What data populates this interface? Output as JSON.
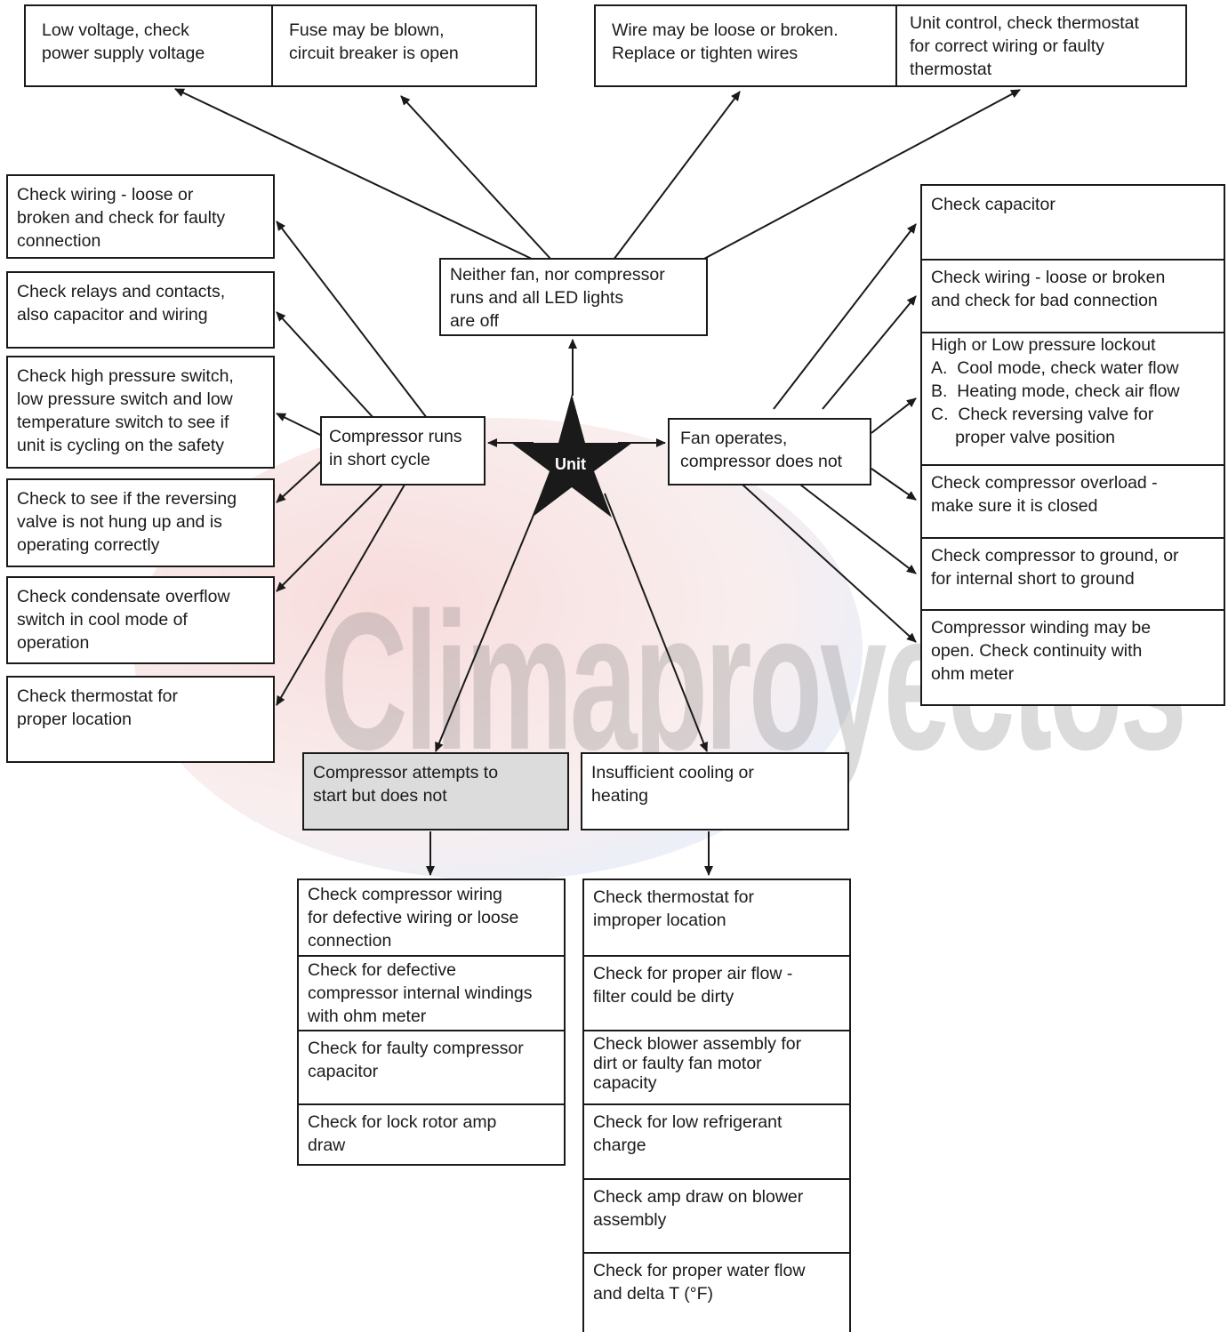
{
  "watermark": {
    "text": "Climaproyectos"
  },
  "center": {
    "label": "Unit"
  },
  "top_left_group": {
    "left": [
      "Low voltage, check",
      "power supply voltage"
    ],
    "right": [
      "Fuse may be blown,",
      "circuit breaker is open"
    ]
  },
  "top_right_group": {
    "left": [
      "Wire may be loose or broken.",
      "Replace or tighten wires"
    ],
    "right": [
      "Unit control, check thermostat",
      "for correct wiring or faulty",
      "thermostat"
    ]
  },
  "neither_fan": [
    "Neither fan, nor compressor",
    "runs and all LED lights",
    "are off"
  ],
  "short_cycle": {
    "title": [
      "Compressor runs",
      "in short cycle"
    ],
    "checks": [
      [
        "Check wiring - loose or",
        "broken and check for faulty",
        "connection"
      ],
      [
        "Check relays and contacts,",
        "also capacitor and wiring"
      ],
      [
        "Check high pressure switch,",
        "low pressure switch and low",
        "temperature switch to see if",
        "unit is cycling on the safety"
      ],
      [
        "Check to see if the reversing",
        "valve is not hung up and is",
        "operating correctly"
      ],
      [
        "Check condensate overflow",
        "switch in cool mode of",
        "operation"
      ],
      [
        "Check thermostat for",
        "proper location"
      ]
    ]
  },
  "fan_operates": {
    "title": [
      "Fan operates,",
      "compressor does not"
    ],
    "checks": [
      [
        "Check capacitor"
      ],
      [
        "Check wiring - loose or broken",
        "and check for bad connection"
      ],
      [
        "High or Low pressure lockout",
        "A.  Cool mode, check water flow",
        "B.  Heating mode, check air flow",
        "C.  Check reversing valve for",
        "     proper valve position"
      ],
      [
        "Check compressor overload -",
        "make sure it is closed"
      ],
      [
        "Check compressor to ground, or",
        "for internal short to ground"
      ],
      [
        "Compressor winding may be",
        "open. Check continuity with",
        "ohm meter"
      ]
    ]
  },
  "attempts_start": {
    "title": [
      "Compressor attempts to",
      "start but does not"
    ],
    "checks": [
      [
        "Check compressor wiring",
        "for defective wiring or loose",
        "connection"
      ],
      [
        "Check for defective",
        "compressor internal windings",
        "with ohm meter"
      ],
      [
        "Check for faulty compressor",
        "capacitor"
      ],
      [
        "Check for lock rotor amp",
        "draw"
      ]
    ]
  },
  "insufficient": {
    "title": [
      "Insufficient cooling or",
      "heating"
    ],
    "checks": [
      [
        "Check thermostat for",
        "improper location"
      ],
      [
        "Check for proper air flow -",
        "filter could be dirty"
      ],
      [
        "Check blower assembly for",
        "dirt or faulty fan motor",
        "capacity"
      ],
      [
        "Check for low refrigerant",
        "charge"
      ],
      [
        "Check amp draw on blower",
        "assembly"
      ],
      [
        "Check for proper water flow",
        "and delta T (°F)"
      ]
    ]
  }
}
